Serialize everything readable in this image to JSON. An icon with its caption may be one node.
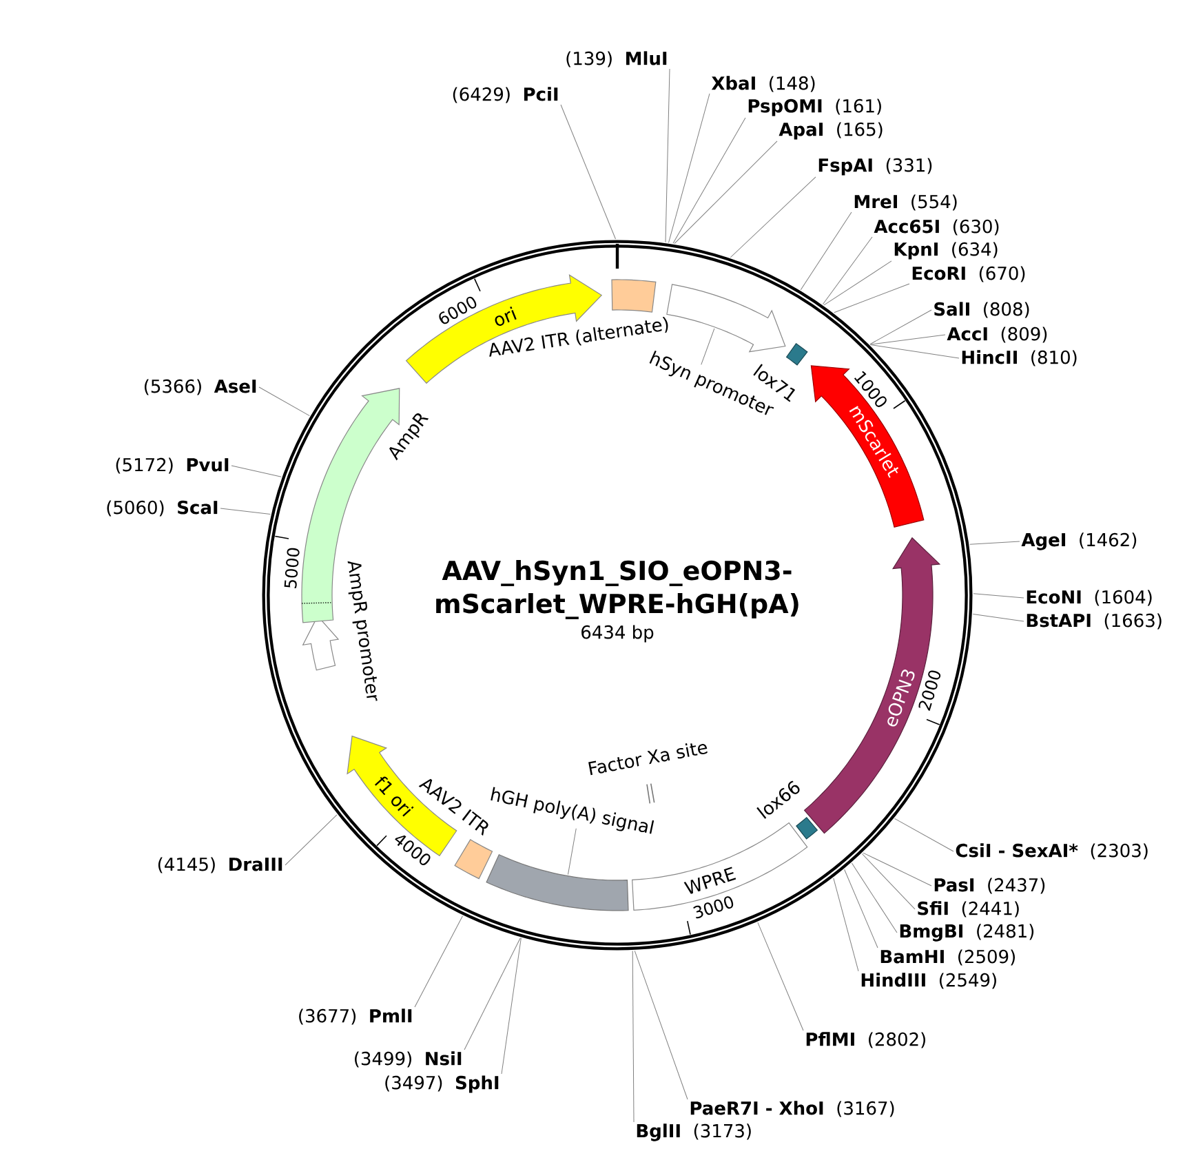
{
  "diagram": {
    "title": "AAV_hSyn1_SIO_eOPN3-mScarlet_WPRE-hGH(pA)",
    "nodes": [
      {
        "text": [
          "(6429)",
          "PciI"
        ]
      },
      {
        "text": [
          "(139)",
          "MluI"
        ]
      },
      {
        "text": [
          "XbaI",
          "(148)"
        ]
      },
      {
        "text": [
          "PspOMI",
          "(161)"
        ]
      },
      {
        "text": [
          "ApaI",
          "(165)"
        ]
      },
      {
        "text": [
          "FspAI",
          "(331)"
        ]
      },
      {
        "text": [
          "MreI",
          "(554)"
        ]
      },
      {
        "text": [
          "Acc65I",
          "(630)"
        ]
      },
      {
        "text": [
          "KpnI",
          "(634)"
        ]
      },
      {
        "text": [
          "EcoRI",
          "(670)"
        ]
      },
      {
        "text": [
          "SalI",
          "(808)"
        ]
      },
      {
        "text": [
          "AccI",
          "(809)"
        ]
      },
      {
        "text": [
          "HincII",
          "(810)"
        ]
      },
      {
        "text": [
          "AgeI",
          "(1462)"
        ]
      },
      {
        "text": [
          "EcoNI",
          "(1604)"
        ]
      },
      {
        "text": [
          "BstAPI",
          "(1663)"
        ]
      },
      {
        "text": [
          "CsiI - SexAI*",
          "(2303)"
        ]
      },
      {
        "text": [
          "PasI",
          "(2437)"
        ]
      },
      {
        "text": [
          "SfiI",
          "(2441)"
        ]
      },
      {
        "text": [
          "BmgBI",
          "(2481)"
        ]
      },
      {
        "text": [
          "BamHI",
          "(2509)"
        ]
      },
      {
        "text": [
          "HindIII",
          "(2549)"
        ]
      },
      {
        "text": [
          "PflMI",
          "(2802)"
        ]
      },
      {
        "text": [
          "PaeR7I - XhoI",
          "(3167)"
        ]
      },
      {
        "text": [
          "BglII",
          "(3173)"
        ]
      },
      {
        "text": [
          "(3497)",
          "SphI"
        ]
      },
      {
        "text": [
          "(3499)",
          "NsiI"
        ]
      },
      {
        "text": [
          "(3677)",
          "PmlI"
        ]
      },
      {
        "text": [
          "(4145)",
          "DraIII"
        ]
      },
      {
        "text": [
          "(5060)",
          "ScaI"
        ]
      },
      {
        "text": [
          "(5172)",
          "PvuI"
        ]
      },
      {
        "text": [
          "(5366)",
          "AseI"
        ]
      },
      {
        "text": [
          "ori"
        ]
      },
      {
        "text": [
          "AAV2 ITR (alternate)"
        ]
      },
      {
        "text": [
          "hSyn promoter"
        ]
      },
      {
        "text": [
          "lox71"
        ]
      },
      {
        "text": [
          "mScarlet"
        ]
      },
      {
        "text": [
          "eOPN3"
        ]
      },
      {
        "text": [
          "lox66"
        ]
      },
      {
        "text": [
          "WPRE"
        ]
      },
      {
        "text": [
          "hGH poly(A) signal"
        ]
      },
      {
        "text": [
          "AAV2 ITR"
        ]
      },
      {
        "text": [
          "f1 ori"
        ]
      },
      {
        "text": [
          "AmpR promoter"
        ]
      },
      {
        "text": [
          "AmpR"
        ]
      },
      {
        "text": [
          "Factor Xa site"
        ]
      }
    ],
    "edges": [
      {
        "from": 0,
        "to": null,
        "arrow": "none"
      },
      {
        "from": 1,
        "to": null,
        "arrow": "none"
      },
      {
        "from": 2,
        "to": null,
        "arrow": "none"
      },
      {
        "from": 3,
        "to": null,
        "arrow": "none"
      },
      {
        "from": 4,
        "to": null,
        "arrow": "none"
      },
      {
        "from": 5,
        "to": null,
        "arrow": "none"
      },
      {
        "from": 6,
        "to": null,
        "arrow": "none"
      },
      {
        "from": 7,
        "to": null,
        "arrow": "none"
      },
      {
        "from": 8,
        "to": null,
        "arrow": "none"
      },
      {
        "from": 9,
        "to": null,
        "arrow": "none"
      },
      {
        "from": 10,
        "to": null,
        "arrow": "none"
      },
      {
        "from": 11,
        "to": null,
        "arrow": "none"
      },
      {
        "from": 12,
        "to": null,
        "arrow": "none"
      },
      {
        "from": 13,
        "to": null,
        "arrow": "none"
      },
      {
        "from": 14,
        "to": null,
        "arrow": "none"
      },
      {
        "from": 15,
        "to": null,
        "arrow": "none"
      },
      {
        "from": 16,
        "to": null,
        "arrow": "none"
      },
      {
        "from": 17,
        "to": null,
        "arrow": "none"
      },
      {
        "from": 18,
        "to": null,
        "arrow": "none"
      },
      {
        "from": 19,
        "to": null,
        "arrow": "none"
      },
      {
        "from": 20,
        "to": null,
        "arrow": "none"
      },
      {
        "from": 21,
        "to": null,
        "arrow": "none"
      },
      {
        "from": 22,
        "to": null,
        "arrow": "none"
      },
      {
        "from": 23,
        "to": null,
        "arrow": "none"
      },
      {
        "from": 24,
        "to": null,
        "arrow": "none"
      },
      {
        "from": 25,
        "to": null,
        "arrow": "none"
      },
      {
        "from": 26,
        "to": null,
        "arrow": "none"
      },
      {
        "from": 27,
        "to": null,
        "arrow": "none"
      },
      {
        "from": 28,
        "to": null,
        "arrow": "none"
      },
      {
        "from": 29,
        "to": null,
        "arrow": "none"
      },
      {
        "from": 30,
        "to": null,
        "arrow": "none"
      },
      {
        "from": 31,
        "to": null,
        "arrow": "none"
      },
      {
        "from": 34,
        "to": null,
        "arrow": "none"
      },
      {
        "from": 40,
        "to": null,
        "arrow": "none"
      }
    ],
    "labels": [
      "6434 bp",
      "1000",
      "2000",
      "3000",
      "4000",
      "5000",
      "6000"
    ]
  }
}
